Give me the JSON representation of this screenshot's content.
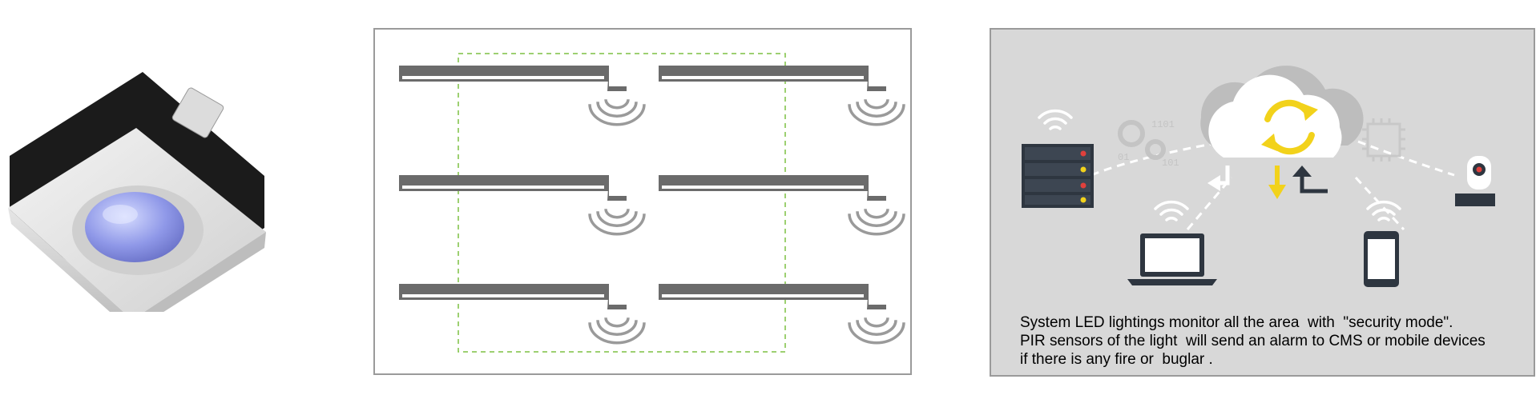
{
  "caption": {
    "line1": "System LED lightings monitor all the area  with  \"security mode\".",
    "line2": "PIR sensors of the light  will send an alarm to CMS or mobile devices",
    "line3": "if there is any fire or  buglar ."
  },
  "network": {
    "binary_top": "1101",
    "binary_left": "01",
    "binary_right": "101"
  },
  "colors": {
    "fixture": "#6b6b6b",
    "dashed_link": "#7dc142",
    "sync_arrows": "#f2d21b",
    "panel_bg": "#d8d8d8",
    "device": "#2e3640"
  },
  "icons": [
    "pir-sensor",
    "led-light-bar",
    "wireless-signal-icon",
    "server-rack-icon",
    "gears-icon",
    "cloud-icon",
    "sync-icon",
    "chip-icon",
    "ip-camera-icon",
    "laptop-icon",
    "smartphone-icon",
    "arrow-icon"
  ]
}
